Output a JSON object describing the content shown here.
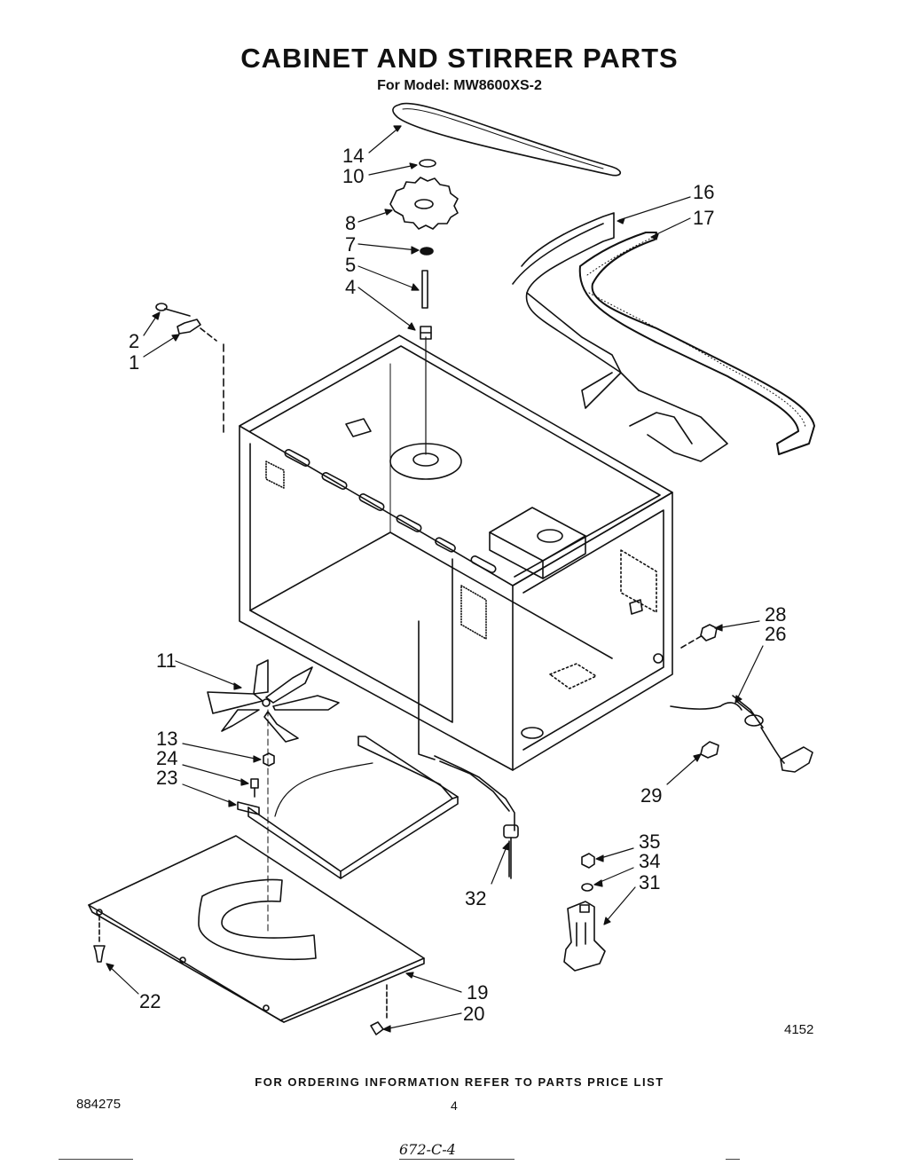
{
  "header": {
    "title": "CABINET AND STIRRER PARTS",
    "model": "For Model: MW8600XS-2"
  },
  "callouts": [
    {
      "id": "c14",
      "label": "14"
    },
    {
      "id": "c10",
      "label": "10"
    },
    {
      "id": "c8",
      "label": "8"
    },
    {
      "id": "c7",
      "label": "7"
    },
    {
      "id": "c5",
      "label": "5"
    },
    {
      "id": "c4",
      "label": "4"
    },
    {
      "id": "c2",
      "label": "2"
    },
    {
      "id": "c1",
      "label": "1"
    },
    {
      "id": "c16",
      "label": "16"
    },
    {
      "id": "c17",
      "label": "17"
    },
    {
      "id": "c28",
      "label": "28"
    },
    {
      "id": "c26",
      "label": "26"
    },
    {
      "id": "c11",
      "label": "11"
    },
    {
      "id": "c13",
      "label": "13"
    },
    {
      "id": "c24",
      "label": "24"
    },
    {
      "id": "c23",
      "label": "23"
    },
    {
      "id": "c29",
      "label": "29"
    },
    {
      "id": "c32",
      "label": "32"
    },
    {
      "id": "c35",
      "label": "35"
    },
    {
      "id": "c34",
      "label": "34"
    },
    {
      "id": "c31",
      "label": "31"
    },
    {
      "id": "c22",
      "label": "22"
    },
    {
      "id": "c19",
      "label": "19"
    },
    {
      "id": "c20",
      "label": "20"
    }
  ],
  "figure_number": "4152",
  "footer": {
    "ordering_note": "FOR ORDERING INFORMATION REFER TO PARTS PRICE LIST",
    "doc_number": "884275",
    "page_number": "4",
    "handwritten": "672-C-4"
  }
}
